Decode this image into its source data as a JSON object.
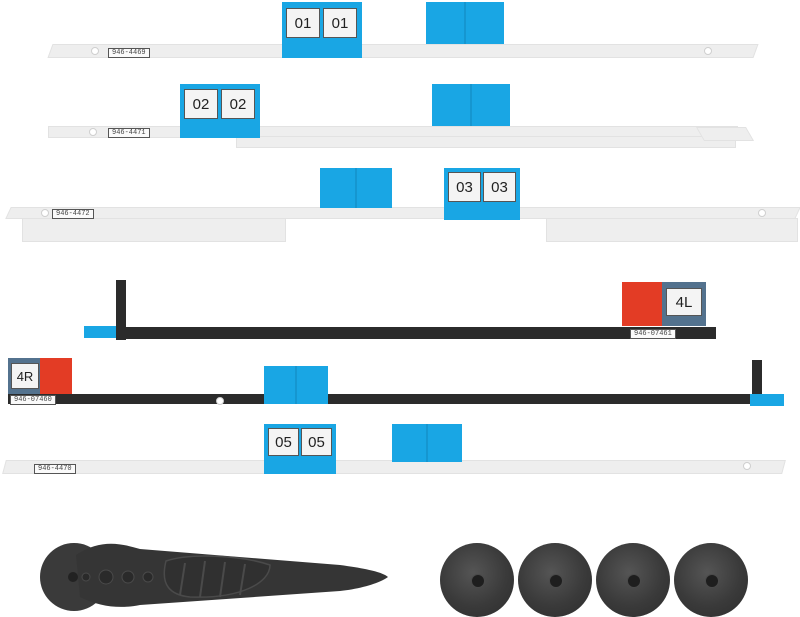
{
  "strips": {
    "s1": {
      "code": "946-4469",
      "tag_left": "01",
      "tag_right": "01"
    },
    "s2": {
      "code": "946-4471",
      "tag_left": "02",
      "tag_right": "02"
    },
    "s3": {
      "code": "946-4472",
      "tag_left": "03",
      "tag_right": "03"
    },
    "s4": {
      "code": "946-07461",
      "tag": "4L"
    },
    "s5": {
      "code": "946-07460",
      "tag": "4R"
    },
    "s6": {
      "code": "946-4470",
      "tag_left": "05",
      "tag_right": "05"
    }
  },
  "colors": {
    "adhesive_tab": "#19a6e4",
    "pull_tab_red": "#e33c25",
    "strip": "#eeeeee",
    "dark_strip": "#2b2b2b",
    "tool": "#3a3a3a"
  },
  "tools": {
    "pry_tool": "plastic-opening-tool",
    "suction_cups": [
      "suction-cup",
      "suction-cup",
      "suction-cup",
      "suction-cup"
    ]
  }
}
